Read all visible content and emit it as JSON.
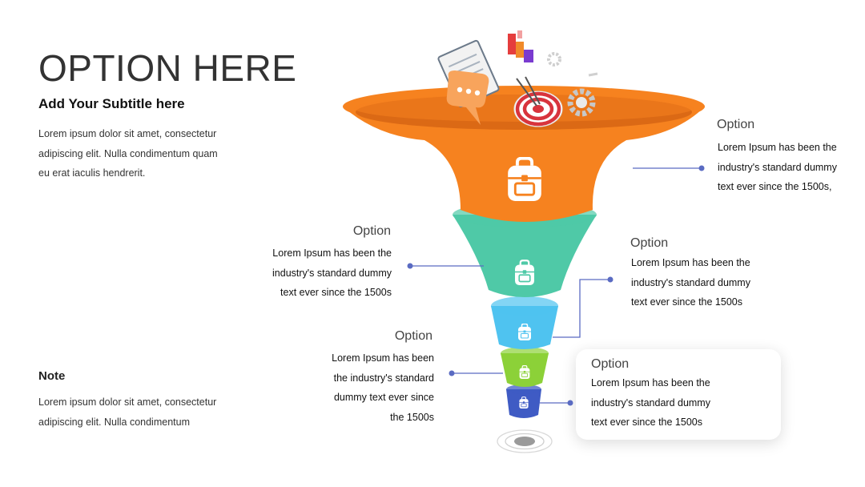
{
  "header": {
    "title": "OPTION HERE",
    "subtitle": "Add Your Subtitle here",
    "body": "Lorem ipsum dolor sit amet, consectetur adipiscing elit. Nulla condimentum quam eu erat iaculis hendrerit."
  },
  "note": {
    "title": "Note",
    "body": "Lorem ipsum dolor sit amet, consectetur adipiscing elit. Nulla condimentum"
  },
  "funnel": {
    "colors": {
      "stage1": "#F6821F",
      "stage2": "#4FC9A7",
      "stage3": "#4FC3F0",
      "stage4": "#8CD138",
      "stage5": "#3F5BC4",
      "connector": "#5A6BC2"
    },
    "stage_icon": "backpack-icon",
    "top_icons": [
      "clipboard-icon",
      "chat-bubble-icon",
      "target-icon",
      "bar-chart-icon",
      "gear-icon"
    ]
  },
  "options": [
    {
      "heading": "Option",
      "text": "Lorem Ipsum has been the industry's standard dummy text ever since the 1500s,"
    },
    {
      "heading": "Option",
      "text": "Lorem Ipsum has been the industry's standard dummy text ever since the 1500s"
    },
    {
      "heading": "Option",
      "text": "Lorem Ipsum has been the industry's standard dummy text ever since the 1500s"
    },
    {
      "heading": "Option",
      "text": "Lorem Ipsum has been the industry's standard dummy text ever since the 1500s"
    },
    {
      "heading": "Option",
      "text": "Lorem Ipsum has been the industry's standard dummy text ever since the 1500s"
    }
  ]
}
